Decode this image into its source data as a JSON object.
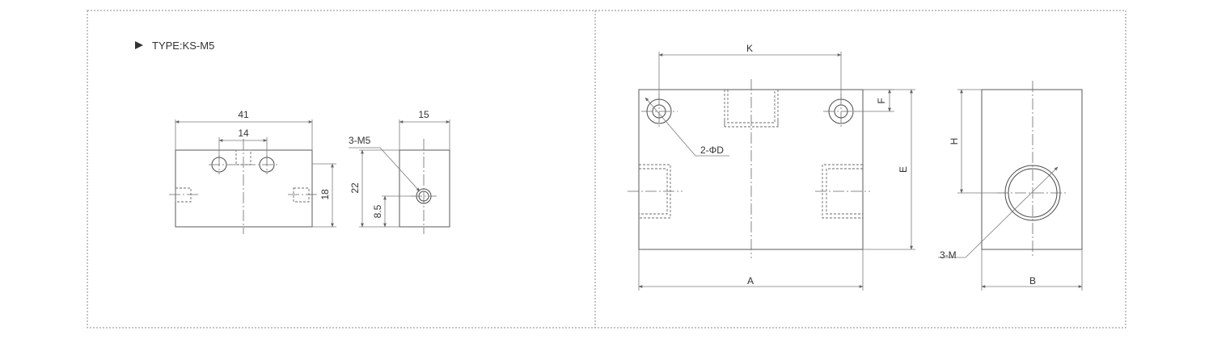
{
  "type_label": "TYPE:KS-M5",
  "left_drawing": {
    "front_view": {
      "width_label": "41",
      "hole_spacing_label": "14",
      "height_label": "18"
    },
    "side_view": {
      "width_label": "15",
      "thread_label": "3-M5",
      "height_label": "22",
      "port_height_label": "8.5"
    }
  },
  "right_drawing": {
    "front_view": {
      "hole_spacing_label": "K",
      "hole_offset_label": "F",
      "hole_label": "2-ΦD",
      "height_label": "E",
      "width_label": "A"
    },
    "side_view": {
      "port_height_label": "H",
      "thread_label": "3-M",
      "width_label": "B"
    }
  }
}
